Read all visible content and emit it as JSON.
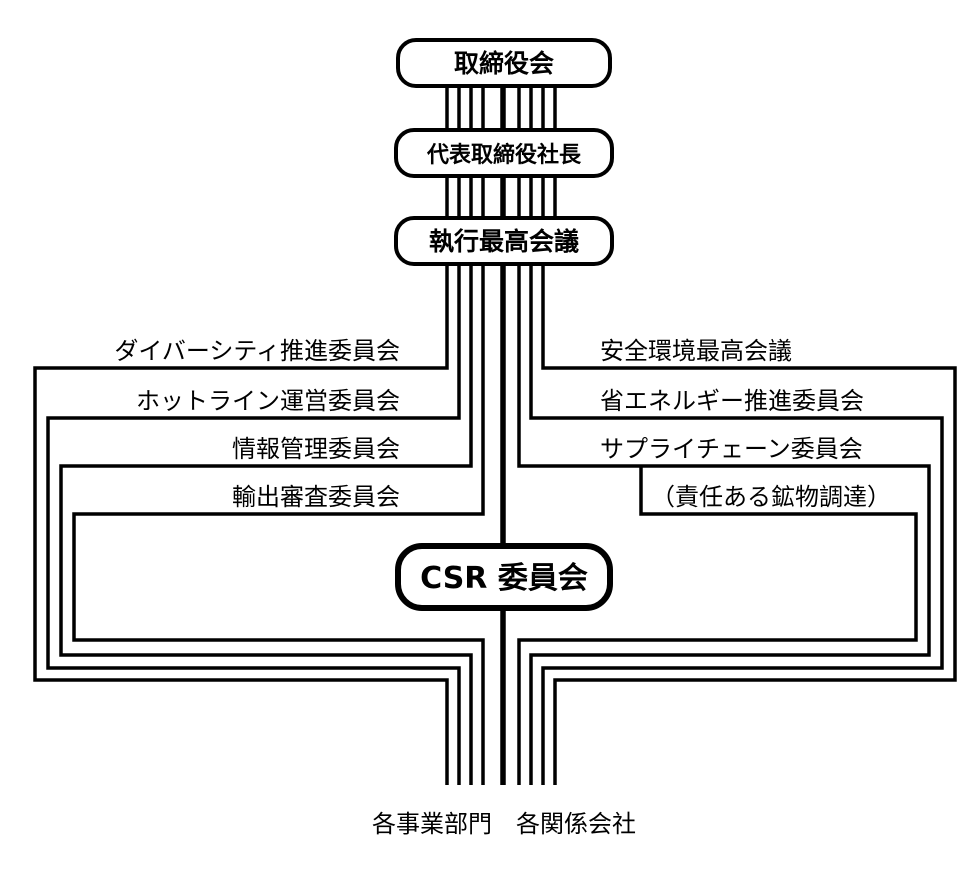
{
  "nodes": {
    "board": "取締役会",
    "president": "代表取締役社長",
    "executive": "執行最高会議",
    "csr": "CSR 委員会"
  },
  "committees_left": [
    "ダイバーシティ推進委員会",
    "ホットライン運営委員会",
    "情報管理委員会",
    "輸出審査委員会"
  ],
  "committees_right": [
    "安全環境最高会議",
    "省エネルギー推進委員会",
    "サプライチェーン委員会",
    "（責任ある鉱物調達）"
  ],
  "bottom_label": "各事業部門　各関係会社"
}
